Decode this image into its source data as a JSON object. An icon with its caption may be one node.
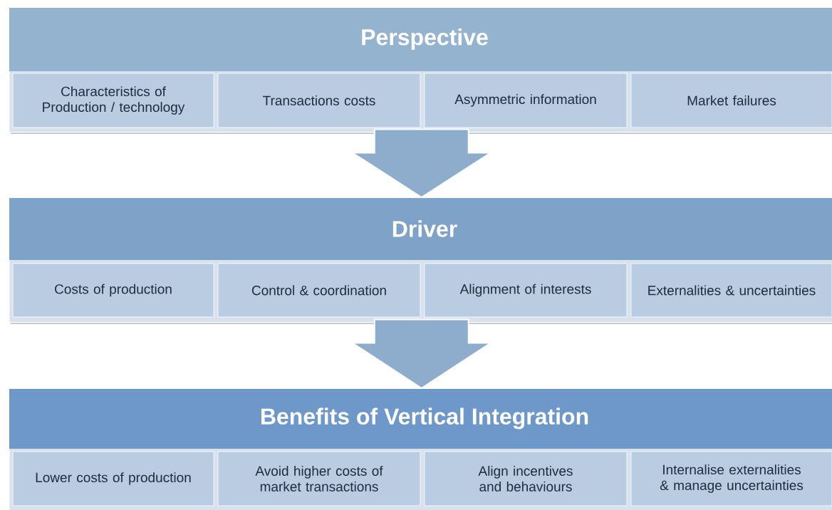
{
  "diagram": {
    "nodes": [
      {
        "text": [
          "Perspective"
        ]
      },
      {
        "text": [
          "Characteristics of Production / technology"
        ],
        "in": 0
      },
      {
        "text": [
          "Transactions costs"
        ],
        "in": 0
      },
      {
        "text": [
          "Asymmetric information"
        ],
        "in": 0
      },
      {
        "text": [
          "Market failures"
        ],
        "in": 0
      },
      {
        "text": [
          "Driver"
        ]
      },
      {
        "text": [
          "Costs of production"
        ],
        "in": 5
      },
      {
        "text": [
          "Control & coordination"
        ],
        "in": 5
      },
      {
        "text": [
          "Alignment of interests"
        ],
        "in": 5
      },
      {
        "text": [
          "Externalities & uncertainties"
        ],
        "in": 5
      },
      {
        "text": [
          "Benefits of Vertical Integration"
        ]
      },
      {
        "text": [
          "Lower costs of production"
        ],
        "in": 10
      },
      {
        "text": [
          "Avoid higher costs of market transactions"
        ],
        "in": 10
      },
      {
        "text": [
          "Align incentives and behaviours"
        ],
        "in": 10
      },
      {
        "text": [
          "Internalise externalities & manage uncertainties"
        ],
        "in": 10
      }
    ],
    "edges": [
      {
        "from": 0,
        "to": 5,
        "arrow": "to"
      },
      {
        "from": 5,
        "to": 10,
        "arrow": "to"
      }
    ]
  }
}
